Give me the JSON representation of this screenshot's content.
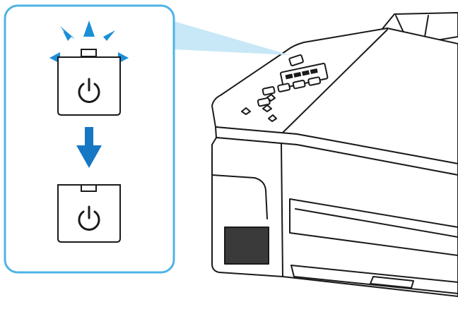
{
  "colors": {
    "callout_border": "#4fb3e6",
    "callout_fill": "#c8e8f7",
    "light_blink": "#1a8fd8",
    "arrow": "#1677c4",
    "outline": "#1a1a1a",
    "printer_body": "#ffffff",
    "vent": "#3a3a3a"
  },
  "callout": {
    "top_state": {
      "button_icon": "power-icon",
      "lamp": "blinking",
      "indicator_icon": "blink-rays-icon"
    },
    "transition_icon": "arrow-down-icon",
    "bottom_state": {
      "button_icon": "power-icon",
      "lamp": "off"
    }
  },
  "printer": {
    "highlighted_button": "power-button"
  }
}
